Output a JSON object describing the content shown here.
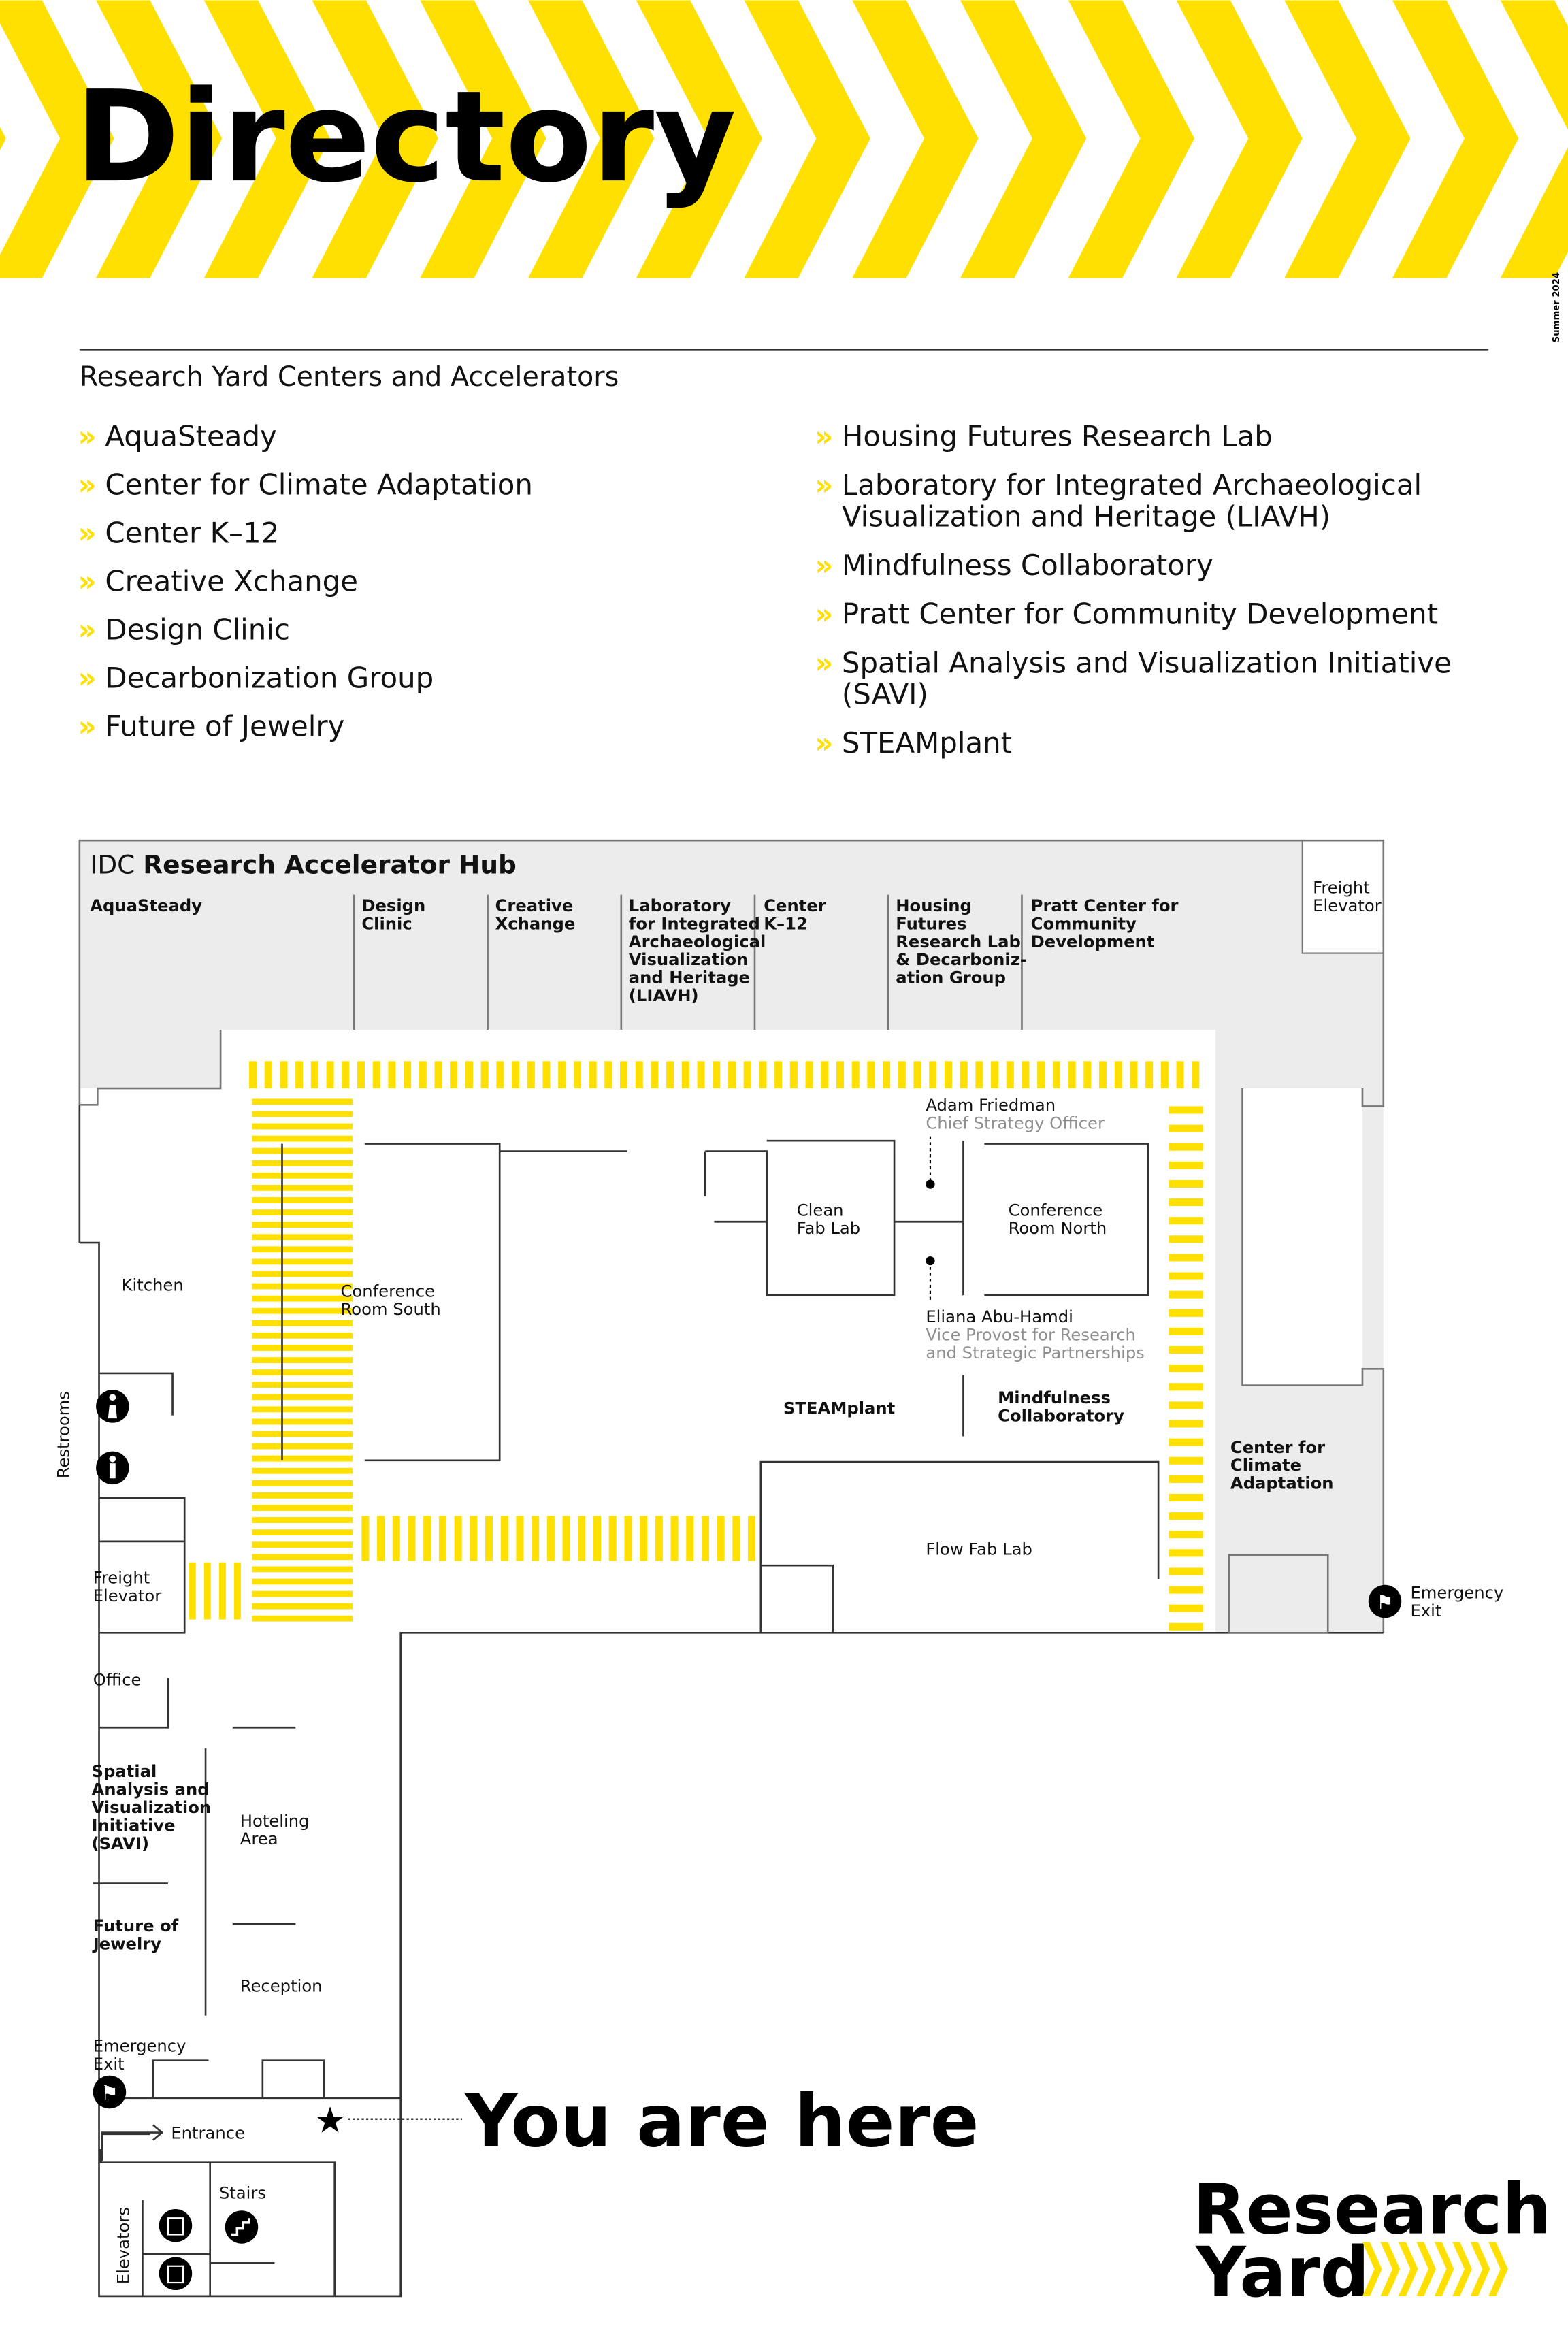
{
  "header": {
    "title": "Directory",
    "edition": "Summer 2024"
  },
  "section_title": "Research Yard Centers and Accelerators",
  "list_left": [
    "AquaSteady",
    "Center for Climate Adaptation",
    "Center K–12",
    "Creative Xchange",
    "Design Clinic",
    "Decarbonization Group",
    "Future of Jewelry"
  ],
  "list_right": [
    {
      "l1": "Housing Futures Research Lab"
    },
    {
      "l1": "Laboratory for Integrated Archaeological",
      "l2": "Visualization and Heritage (LIAVH)"
    },
    {
      "l1": "Mindfulness Collaboratory"
    },
    {
      "l1": "Pratt Center for Community Development"
    },
    {
      "l1": "Spatial Analysis and Visualization Initiative",
      "l2": "(SAVI)"
    },
    {
      "l1": "STEAMplant"
    }
  ],
  "map": {
    "hub_prefix": "IDC",
    "hub_title": "Research Accelerator Hub",
    "top_rooms": [
      [
        "AquaSteady"
      ],
      [
        "Design",
        "Clinic"
      ],
      [
        "Creative",
        "Xchange"
      ],
      [
        "Laboratory",
        "for Integrated",
        "Archaeological",
        "Visualization",
        "and Heritage",
        "(LIAVH)"
      ],
      [
        "Center",
        "K–12"
      ],
      [
        "Housing",
        "Futures",
        "Research Lab",
        "& Decarboniz-",
        "ation Group"
      ],
      [
        "Pratt Center for",
        "Community",
        "Development"
      ]
    ],
    "freight_top": [
      "Freight",
      "Elevator"
    ],
    "adam": {
      "name": "Adam Friedman",
      "role": "Chief Strategy Officer"
    },
    "eliana": {
      "name": "Eliana Abu-Hamdi",
      "role1": "Vice Provost for Research",
      "role2": "and Strategic Partnerships"
    },
    "clean_fab": [
      "Clean",
      "Fab Lab"
    ],
    "conf_north": [
      "Conference",
      "Room North"
    ],
    "conf_south": [
      "Conference",
      "Room South"
    ],
    "kitchen": "Kitchen",
    "restrooms": "Restrooms",
    "steamplant": "STEAMplant",
    "mindfulness": [
      "Mindfulness",
      "Collaboratory"
    ],
    "climate": [
      "Center for",
      "Climate",
      "Adaptation"
    ],
    "flow_fab": "Flow Fab Lab",
    "freight_left": [
      "Freight",
      "Elevator"
    ],
    "emergency_right": [
      "Emergency",
      "Exit"
    ],
    "office": "Office",
    "savi": [
      "Spatial",
      "Analysis and",
      "Visualization",
      "Initiative",
      "(SAVI)"
    ],
    "hoteling": [
      "Hoteling",
      "Area"
    ],
    "jewelry": [
      "Future of",
      "Jewelry"
    ],
    "reception": "Reception",
    "emergency_left": [
      "Emergency",
      "Exit"
    ],
    "entrance": "Entrance",
    "stairs": "Stairs",
    "elevators": "Elevators",
    "you_are_here": "You are here"
  },
  "logo": {
    "line1": "Research",
    "line2": "Yard"
  },
  "colors": {
    "accent": "#FFE000",
    "grey_area": "#ECECEC"
  }
}
